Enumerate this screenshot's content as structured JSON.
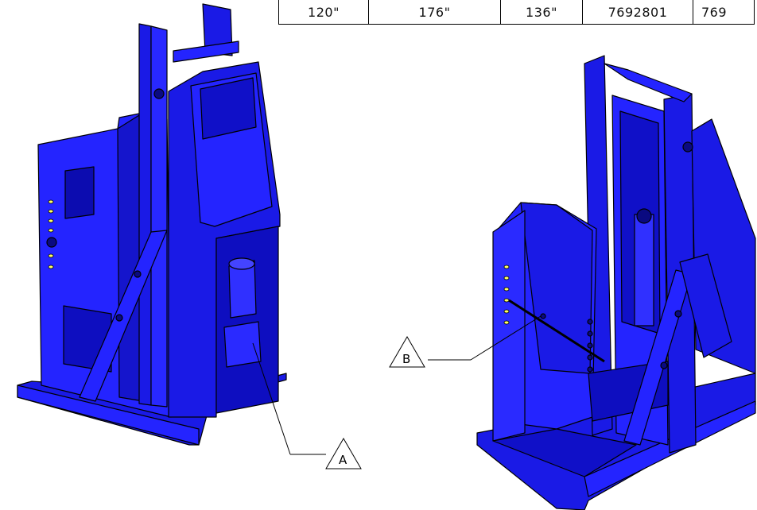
{
  "spec_table": {
    "cells": [
      "120\"",
      "176\"",
      "136\"",
      "7692801",
      "769"
    ]
  },
  "callouts": {
    "a": "A",
    "b": "B"
  },
  "colors": {
    "body": "#1a1ae6",
    "face": "#2424ff",
    "dark": "#0c0cb0",
    "line": "#000000"
  }
}
